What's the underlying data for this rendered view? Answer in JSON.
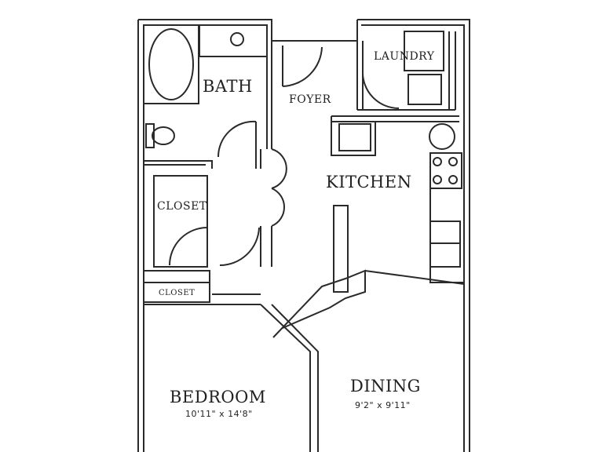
{
  "rooms": {
    "bath": "BATH",
    "foyer": "FOYER",
    "laundry": "LAUNDRY",
    "kitchen": "KITCHEN",
    "closet_main": "CLOSET",
    "closet_small": "CLOSET",
    "bedroom": "BEDROOM",
    "bedroom_dims": "10'11\" x 14'8\"",
    "dining": "DINING",
    "dining_dims": "9'2\" x 9'11\""
  },
  "colors": {
    "ink": "#2a2a2a",
    "background": "#ffffff"
  }
}
